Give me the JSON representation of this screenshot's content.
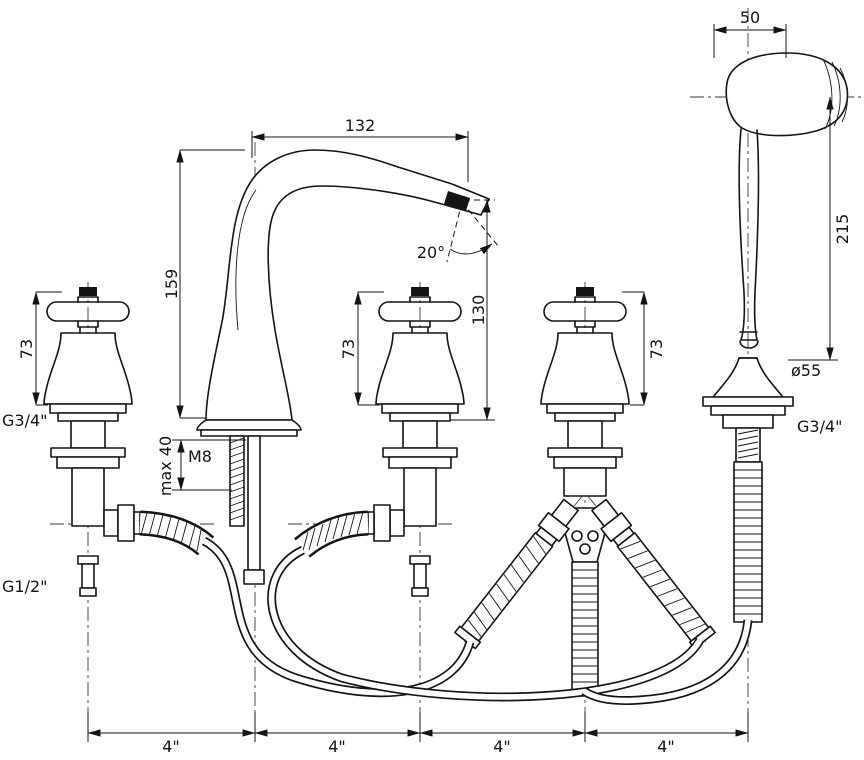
{
  "labels": {
    "top_width": "50",
    "handset_length": "215",
    "escutcheon_dia": "ø55",
    "shower_thread": "G3/4\"",
    "spout_reach": "132",
    "spout_height": "159",
    "spout_angle": "20°",
    "outlet_height": "130",
    "handle_h_left": "73",
    "handle_h_mid": "73",
    "handle_h_right": "73",
    "left_thread": "G3/4\"",
    "inlet_thread": "G1/2\"",
    "stud_thread": "M8",
    "deck_max": "max 40",
    "pitch_1": "4\"",
    "pitch_2": "4\"",
    "pitch_3": "4\"",
    "pitch_4": "4\""
  }
}
